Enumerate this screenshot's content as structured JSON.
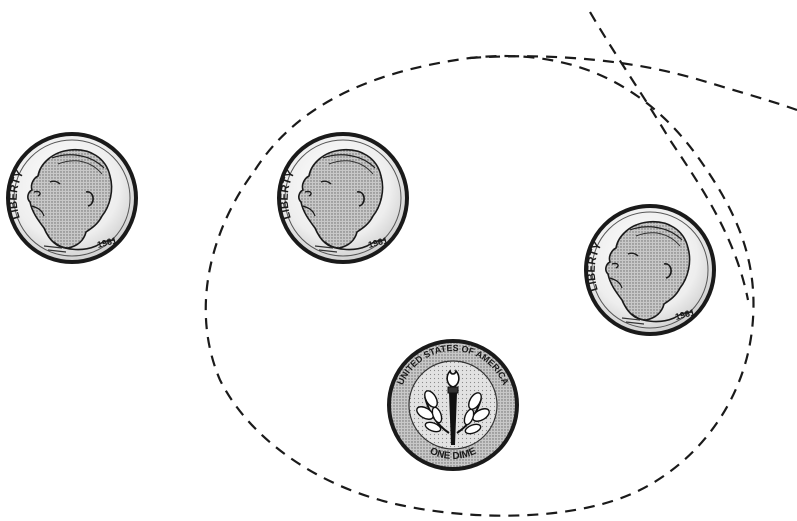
{
  "scene": {
    "background": "#ffffff",
    "ink_color": "#1a1a1a",
    "coin_fill": "#f4f4f4",
    "coin_dark": "#9a9a9a"
  },
  "coins": [
    {
      "side": "heads",
      "motto": "LIBERTY",
      "year": "1961",
      "icon": "roosevelt-portrait-icon"
    },
    {
      "side": "heads",
      "motto": "LIBERTY",
      "year": "1961",
      "icon": "roosevelt-portrait-icon"
    },
    {
      "side": "heads",
      "motto": "LIBERTY",
      "year": "1961",
      "icon": "roosevelt-portrait-icon"
    },
    {
      "side": "tails",
      "legend_top": "UNITED STATES OF AMERICA",
      "legend_bottom": "ONE DIME",
      "icon": "torch-and-branches-icon"
    }
  ],
  "regions": [
    {
      "style": "dashed",
      "shape": "closed-loop"
    },
    {
      "style": "dashed",
      "shape": "open-line"
    }
  ]
}
